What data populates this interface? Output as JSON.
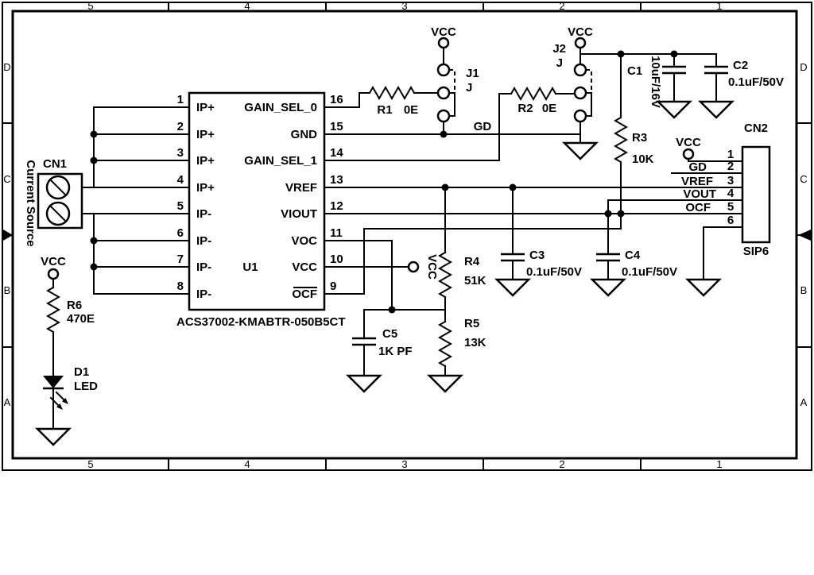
{
  "border": {
    "columns": [
      "5",
      "4",
      "3",
      "2",
      "1"
    ],
    "rows": [
      "D",
      "C",
      "B",
      "A"
    ]
  },
  "power": {
    "vcc": "VCC",
    "gd": "GD"
  },
  "u1": {
    "ref": "U1",
    "part_number": "ACS37002-KMABTR-050B5CT",
    "left_pins": [
      {
        "num": "1",
        "name": "IP+"
      },
      {
        "num": "2",
        "name": "IP+"
      },
      {
        "num": "3",
        "name": "IP+"
      },
      {
        "num": "4",
        "name": "IP+"
      },
      {
        "num": "5",
        "name": "IP-"
      },
      {
        "num": "6",
        "name": "IP-"
      },
      {
        "num": "7",
        "name": "IP-"
      },
      {
        "num": "8",
        "name": "IP-"
      }
    ],
    "right_pins": [
      {
        "num": "16",
        "name": "GAIN_SEL_0"
      },
      {
        "num": "15",
        "name": "GND"
      },
      {
        "num": "14",
        "name": "GAIN_SEL_1"
      },
      {
        "num": "13",
        "name": "VREF"
      },
      {
        "num": "12",
        "name": "VIOUT"
      },
      {
        "num": "11",
        "name": "VOC"
      },
      {
        "num": "10",
        "name": "VCC"
      },
      {
        "num": "9",
        "name": "OCF"
      }
    ]
  },
  "cn1": {
    "ref": "CN1",
    "label": "Current Source"
  },
  "cn2": {
    "ref": "CN2",
    "package": "SIP6",
    "pins": [
      {
        "num": "1",
        "net": "VCC"
      },
      {
        "num": "2",
        "net": "GD"
      },
      {
        "num": "3",
        "net": "VREF"
      },
      {
        "num": "4",
        "net": "VOUT"
      },
      {
        "num": "5",
        "net": "OCF"
      },
      {
        "num": "6",
        "net": ""
      }
    ]
  },
  "r1": {
    "ref": "R1",
    "value": "0E"
  },
  "r2": {
    "ref": "R2",
    "value": "0E"
  },
  "r3": {
    "ref": "R3",
    "value": "10K"
  },
  "r4": {
    "ref": "R4",
    "value": "51K"
  },
  "r5": {
    "ref": "R5",
    "value": "13K"
  },
  "r6": {
    "ref": "R6",
    "value": "470E"
  },
  "c1": {
    "ref": "C1",
    "value": "10uF/16V"
  },
  "c2": {
    "ref": "C2",
    "value": "0.1uF/50V"
  },
  "c3": {
    "ref": "C3",
    "value": "0.1uF/50V"
  },
  "c4": {
    "ref": "C4",
    "value": "0.1uF/50V"
  },
  "c5": {
    "ref": "C5",
    "value": "1K PF"
  },
  "d1": {
    "ref": "D1",
    "value": "LED"
  },
  "j1": {
    "ref": "J1",
    "value": "J"
  },
  "j2": {
    "ref": "J2",
    "value": "J"
  }
}
